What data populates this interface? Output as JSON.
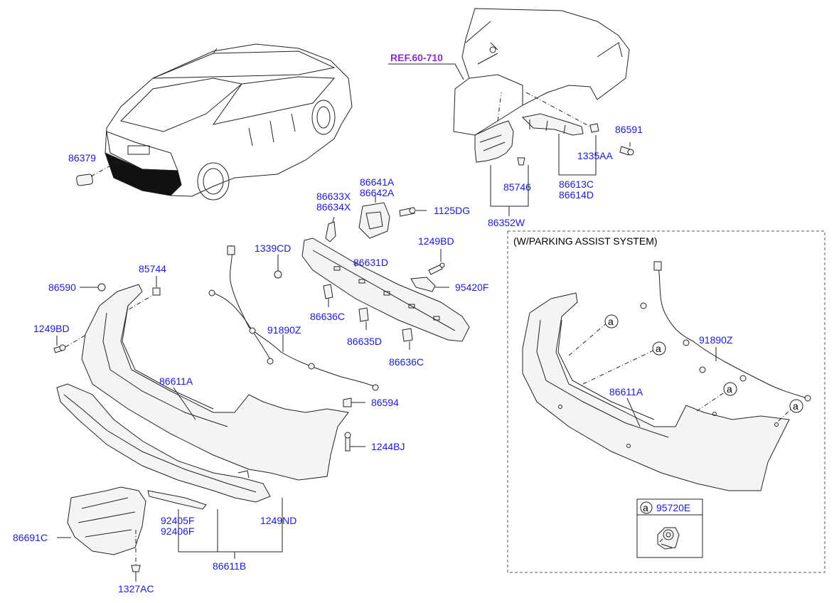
{
  "labels": {
    "ref": "REF.60-710",
    "p86379": "86379",
    "p86641A": "86641A",
    "p86642A": "86642A",
    "p86633X": "86633X",
    "p86634X": "86634X",
    "p1125DG": "1125DG",
    "p85746": "85746",
    "p86352W": "86352W",
    "p86591": "86591",
    "p1335AA": "1335AA",
    "p86613C": "86613C",
    "p86614D": "86614D",
    "p1339CD": "1339CD",
    "p1249BD_top": "1249BD",
    "p86631D": "86631D",
    "p95420F": "95420F",
    "p85744": "85744",
    "p86590": "86590",
    "p1249BD_left": "1249BD",
    "p86636C_a": "86636C",
    "p91890Z": "91890Z",
    "p86635D": "86635D",
    "p86636C_b": "86636C",
    "p86611A": "86611A",
    "p86594": "86594",
    "p1244BJ": "1244BJ",
    "p92405F": "92405F",
    "p92406F": "92406F",
    "p1249ND": "1249ND",
    "p86691C": "86691C",
    "p86611B": "86611B",
    "p1327AC": "1327AC"
  },
  "inset": {
    "title": "(W/PARKING ASSIST SYSTEM)",
    "p91890Z": "91890Z",
    "p86611A": "86611A",
    "marker": "a",
    "legend_marker": "a",
    "legend_part": "95720E"
  }
}
